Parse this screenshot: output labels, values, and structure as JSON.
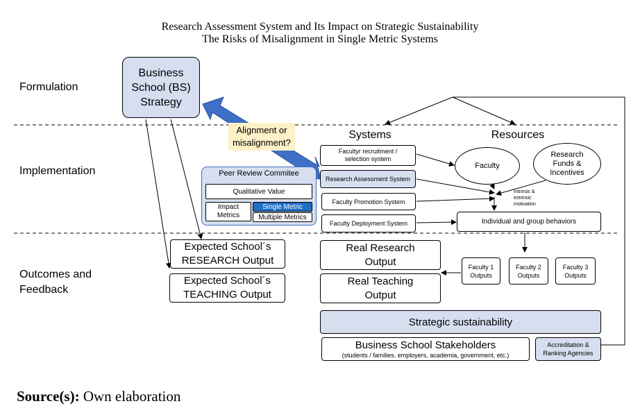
{
  "title": {
    "line1": "Research Assessment System and Its Impact on Strategic Sustainability",
    "line2": "The Risks of Misalignment in Single Metric Systems"
  },
  "phases": {
    "formulation": "Formulation",
    "implementation": "Implementation",
    "outcomes_line1": "Outcomes and",
    "outcomes_line2": "Feedback"
  },
  "strategy": {
    "l1": "Business",
    "l2": "School (BS)",
    "l3": "Strategy"
  },
  "alignment": {
    "l1": "Alignment or",
    "l2": "misalignment?"
  },
  "peer": {
    "title": "Peer Review Commitee",
    "qualitative": "Qualitative Value",
    "impact_l1": "Impact",
    "impact_l2": "Metrics",
    "single": "Single Metric",
    "multiple": "Multiple Metrics"
  },
  "headers": {
    "systems": "Systems",
    "resources": "Resources"
  },
  "systems": {
    "recruit_l1": "Facultyr recruitment /",
    "recruit_l2": "selection system",
    "assessment": "Research Assessment System",
    "promotion": "Faculty Promotion System",
    "deployment": "Faculty Deployment  System"
  },
  "resources": {
    "faculty": "Faculty",
    "funds_l1": "Research",
    "funds_l2": "Funds &",
    "funds_l3": "Incentives",
    "motivation_l1": "Intrinsic &",
    "motivation_l2": "extrinsic",
    "motivation_l3": "motivation",
    "behaviors": "Individual and group behaviors"
  },
  "outputs": {
    "exp_research_l1": "Expected School´s",
    "exp_research_l2": "RESEARCH Output",
    "exp_teaching_l1": "Expected School´s",
    "exp_teaching_l2": "TEACHING Output",
    "real_research_l1": "Real Research",
    "real_research_l2": "Output",
    "real_teaching_l1": "Real Teaching",
    "real_teaching_l2": "Output",
    "f1_l1": "Faculty 1",
    "f1_l2": "Outputs",
    "f2_l1": "Faculty 2",
    "f2_l2": "Outputs",
    "f3_l1": "Faculty 3",
    "f3_l2": "Outputs"
  },
  "sustainability": "Strategic sustainability",
  "stakeholders": {
    "title": "Business School Stakeholders",
    "subtitle": "(students / families, employers, academia, government, etc.)"
  },
  "accreditation": {
    "l1": "Accreditation &",
    "l2": "Ranking Agencies"
  },
  "source": {
    "label": "Source(s):",
    "text": " Own elaboration"
  },
  "colors": {
    "light_blue": "#d6def0",
    "arrow_blue": "#3f6fc6",
    "highlight_blue": "#1f6fc5",
    "note_yellow": "#fdf1c7"
  }
}
